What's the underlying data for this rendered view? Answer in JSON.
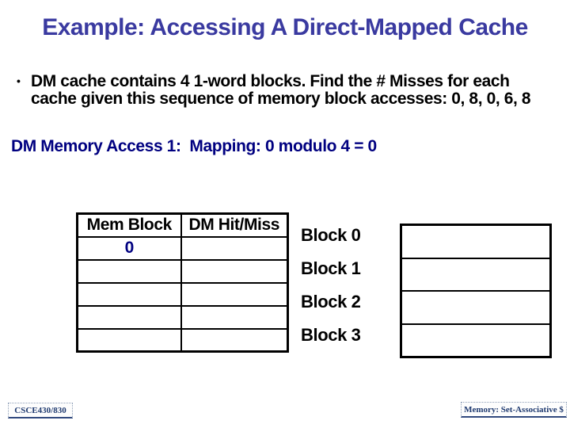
{
  "title": "Example: Accessing A Direct-Mapped Cache",
  "bullet": {
    "marker": "•",
    "lines": [
      "DM cache contains 4 1-word blocks. Find the # Misses for each",
      "cache given this sequence of memory block accesses: 0, 8, 0, 6, 8"
    ]
  },
  "access_heading": "DM Memory Access 1:  Mapping: 0 modulo 4 = 0",
  "table": {
    "headers": [
      "Mem Block",
      "DM Hit/Miss"
    ],
    "rows": [
      [
        "0",
        ""
      ],
      [
        "",
        ""
      ],
      [
        "",
        ""
      ],
      [
        "",
        ""
      ],
      [
        "",
        ""
      ]
    ]
  },
  "cache_diagram": {
    "labels": [
      "Block 0",
      "Block 1",
      "Block 2",
      "Block 3"
    ],
    "row_count": 4
  },
  "footer": {
    "course": "CSCE430/830",
    "section": "Memory: Set-Associative $"
  },
  "colors": {
    "title": "#3a3aa0",
    "accent_navy": "#000080",
    "text_black": "#000000",
    "footer_text": "#1f3a70"
  }
}
